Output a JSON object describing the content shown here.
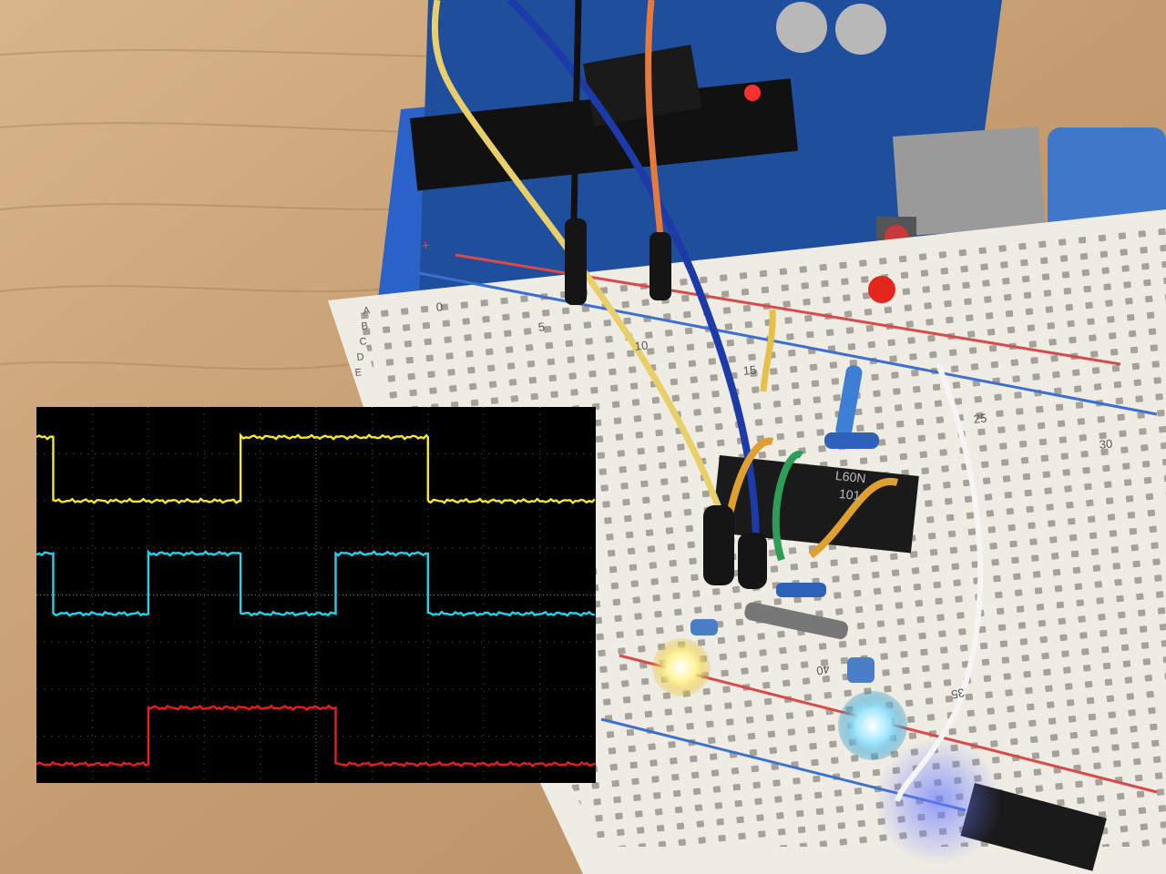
{
  "breadboard": {
    "column_numbers": [
      "0",
      "5",
      "10",
      "15",
      "25",
      "30",
      "35",
      "40"
    ],
    "row_letters": [
      "A",
      "B",
      "C",
      "D",
      "E"
    ],
    "rail_plus": "+",
    "rail_minus": "-"
  },
  "chip": {
    "marking_top": "L60N",
    "marking_bottom": "101"
  },
  "colors": {
    "wood": "#c9a47a",
    "arduino_blue": "#1f4f9c",
    "holder_blue": "#2a62c9",
    "breadboard": "#efece4",
    "rail_red": "#d94a4a",
    "rail_blue": "#3b6fd1",
    "wire_yellow": "#e8cf6a",
    "wire_blue": "#1c3aa8",
    "wire_orange": "#e67a3c",
    "wire_green": "#2f9c58",
    "led_yellow": "#fff39a",
    "led_blue": "#9fe6ff",
    "led_red": "#e4261f",
    "trace_yellow": "#f5ea1e",
    "trace_cyan": "#22d4ea",
    "trace_red": "#ee1c1c"
  },
  "oscilloscope": {
    "grid_divisions": {
      "horizontal": 10,
      "vertical": 8
    },
    "traces": [
      {
        "name": "",
        "color": "#f5ea1e",
        "high_level_div": 0.8,
        "low_level_div": 2.5,
        "edges_div": [
          0.6,
          7.3,
          14.0
        ],
        "start_high": true
      },
      {
        "name": "",
        "color": "#22d4ea",
        "high_level_div": 3.9,
        "low_level_div": 5.5,
        "edges_div": [
          0.6,
          4.0,
          7.3,
          10.7,
          14.0
        ],
        "start_high": true
      },
      {
        "name": "",
        "color": "#ee1c1c",
        "high_level_div": 8.0,
        "low_level_div": 9.5,
        "edges_div": [
          4.0,
          10.7
        ],
        "start_high": false
      }
    ]
  }
}
